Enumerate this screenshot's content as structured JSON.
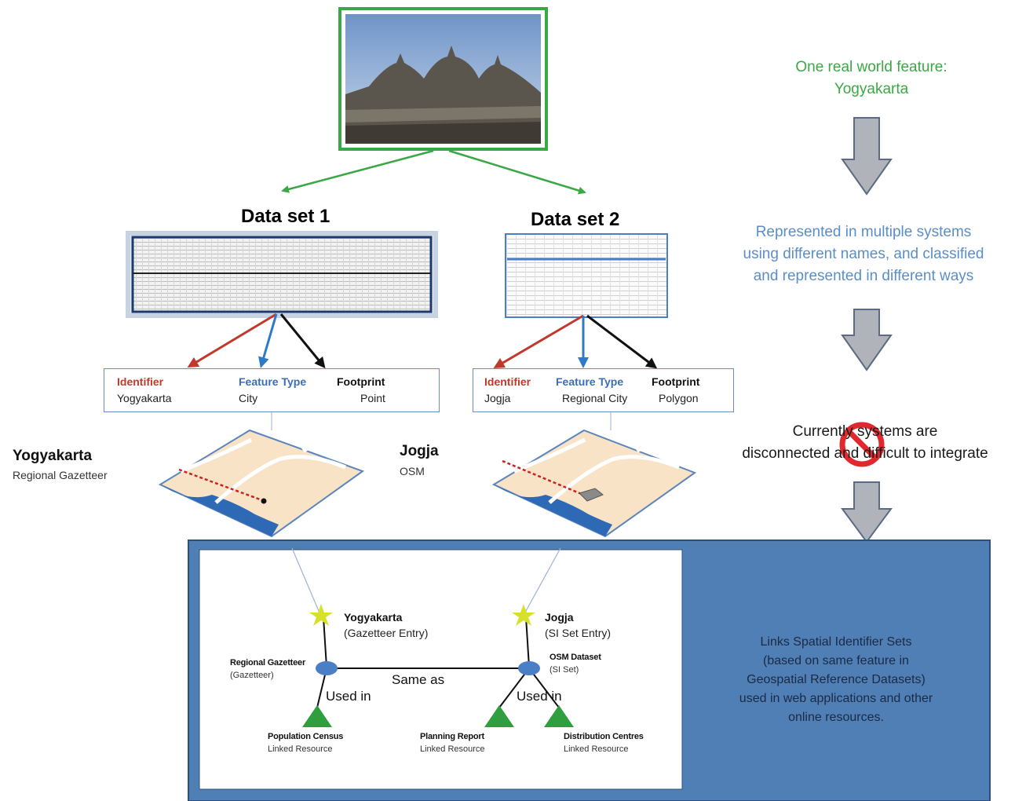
{
  "top_feature": {
    "label_line1": "One real world feature:",
    "label_line2": "Yogyakarta",
    "photo_description_icon": "temple-photo"
  },
  "datasets": [
    {
      "title": "Data set 1",
      "attributes": {
        "identifier_label": "Identifier",
        "identifier_value": "Yogyakarta",
        "feature_type_label": "Feature Type",
        "feature_type_value": "City",
        "footprint_label": "Footprint",
        "footprint_value": "Point"
      },
      "map_name": "Yogyakarta",
      "map_source": "Regional Gazetteer"
    },
    {
      "title": "Data set 2",
      "attributes": {
        "identifier_label": "Identifier",
        "identifier_value": "Jogja",
        "feature_type_label": "Feature Type",
        "feature_type_value": "Regional City",
        "footprint_label": "Footprint",
        "footprint_value": "Polygon"
      },
      "map_name": "Jogja",
      "map_source": "OSM"
    }
  ],
  "side_text": {
    "represented_line1": "Represented in multiple systems",
    "represented_line2": "using different names, and classified",
    "represented_line3": "and represented in different ways",
    "disconnected_line1": "Currently systems are",
    "disconnected_line2": "disconnected and difficult to integrate"
  },
  "graph": {
    "node1_title": "Yogyakarta",
    "node1_sub": "(Gazetteer Entry)",
    "node2_title": "Jogja",
    "node2_sub": "(SI Set Entry)",
    "hub1_title": "Regional Gazetteer",
    "hub1_sub": "(Gazetteer)",
    "hub2_title": "OSM Dataset",
    "hub2_sub": "(SI Set)",
    "same_as": "Same as",
    "used_in_1": "Used in",
    "used_in_2": "Used in",
    "leaf1_title": "Population Census",
    "leaf1_sub": "Linked Resource",
    "leaf2_title": "Planning Report",
    "leaf2_sub": "Linked Resource",
    "leaf3_title": "Distribution Centres",
    "leaf3_sub": "Linked Resource"
  },
  "links_text": {
    "line1": "Links Spatial Identifier Sets",
    "line2": "(based on same feature in",
    "line3": "Geospatial Reference Datasets)",
    "line4": "used in web applications and other",
    "line5": "online resources."
  },
  "colors": {
    "green": "#3aa845",
    "panel_blue": "#4f7fb4",
    "arrow_gray": "#b0b4ba",
    "node_blue": "#4a7fc6",
    "star_yellow": "#d7e02a",
    "triangle_green": "#2e9e3e",
    "text_blue": "#5a8ec9"
  }
}
